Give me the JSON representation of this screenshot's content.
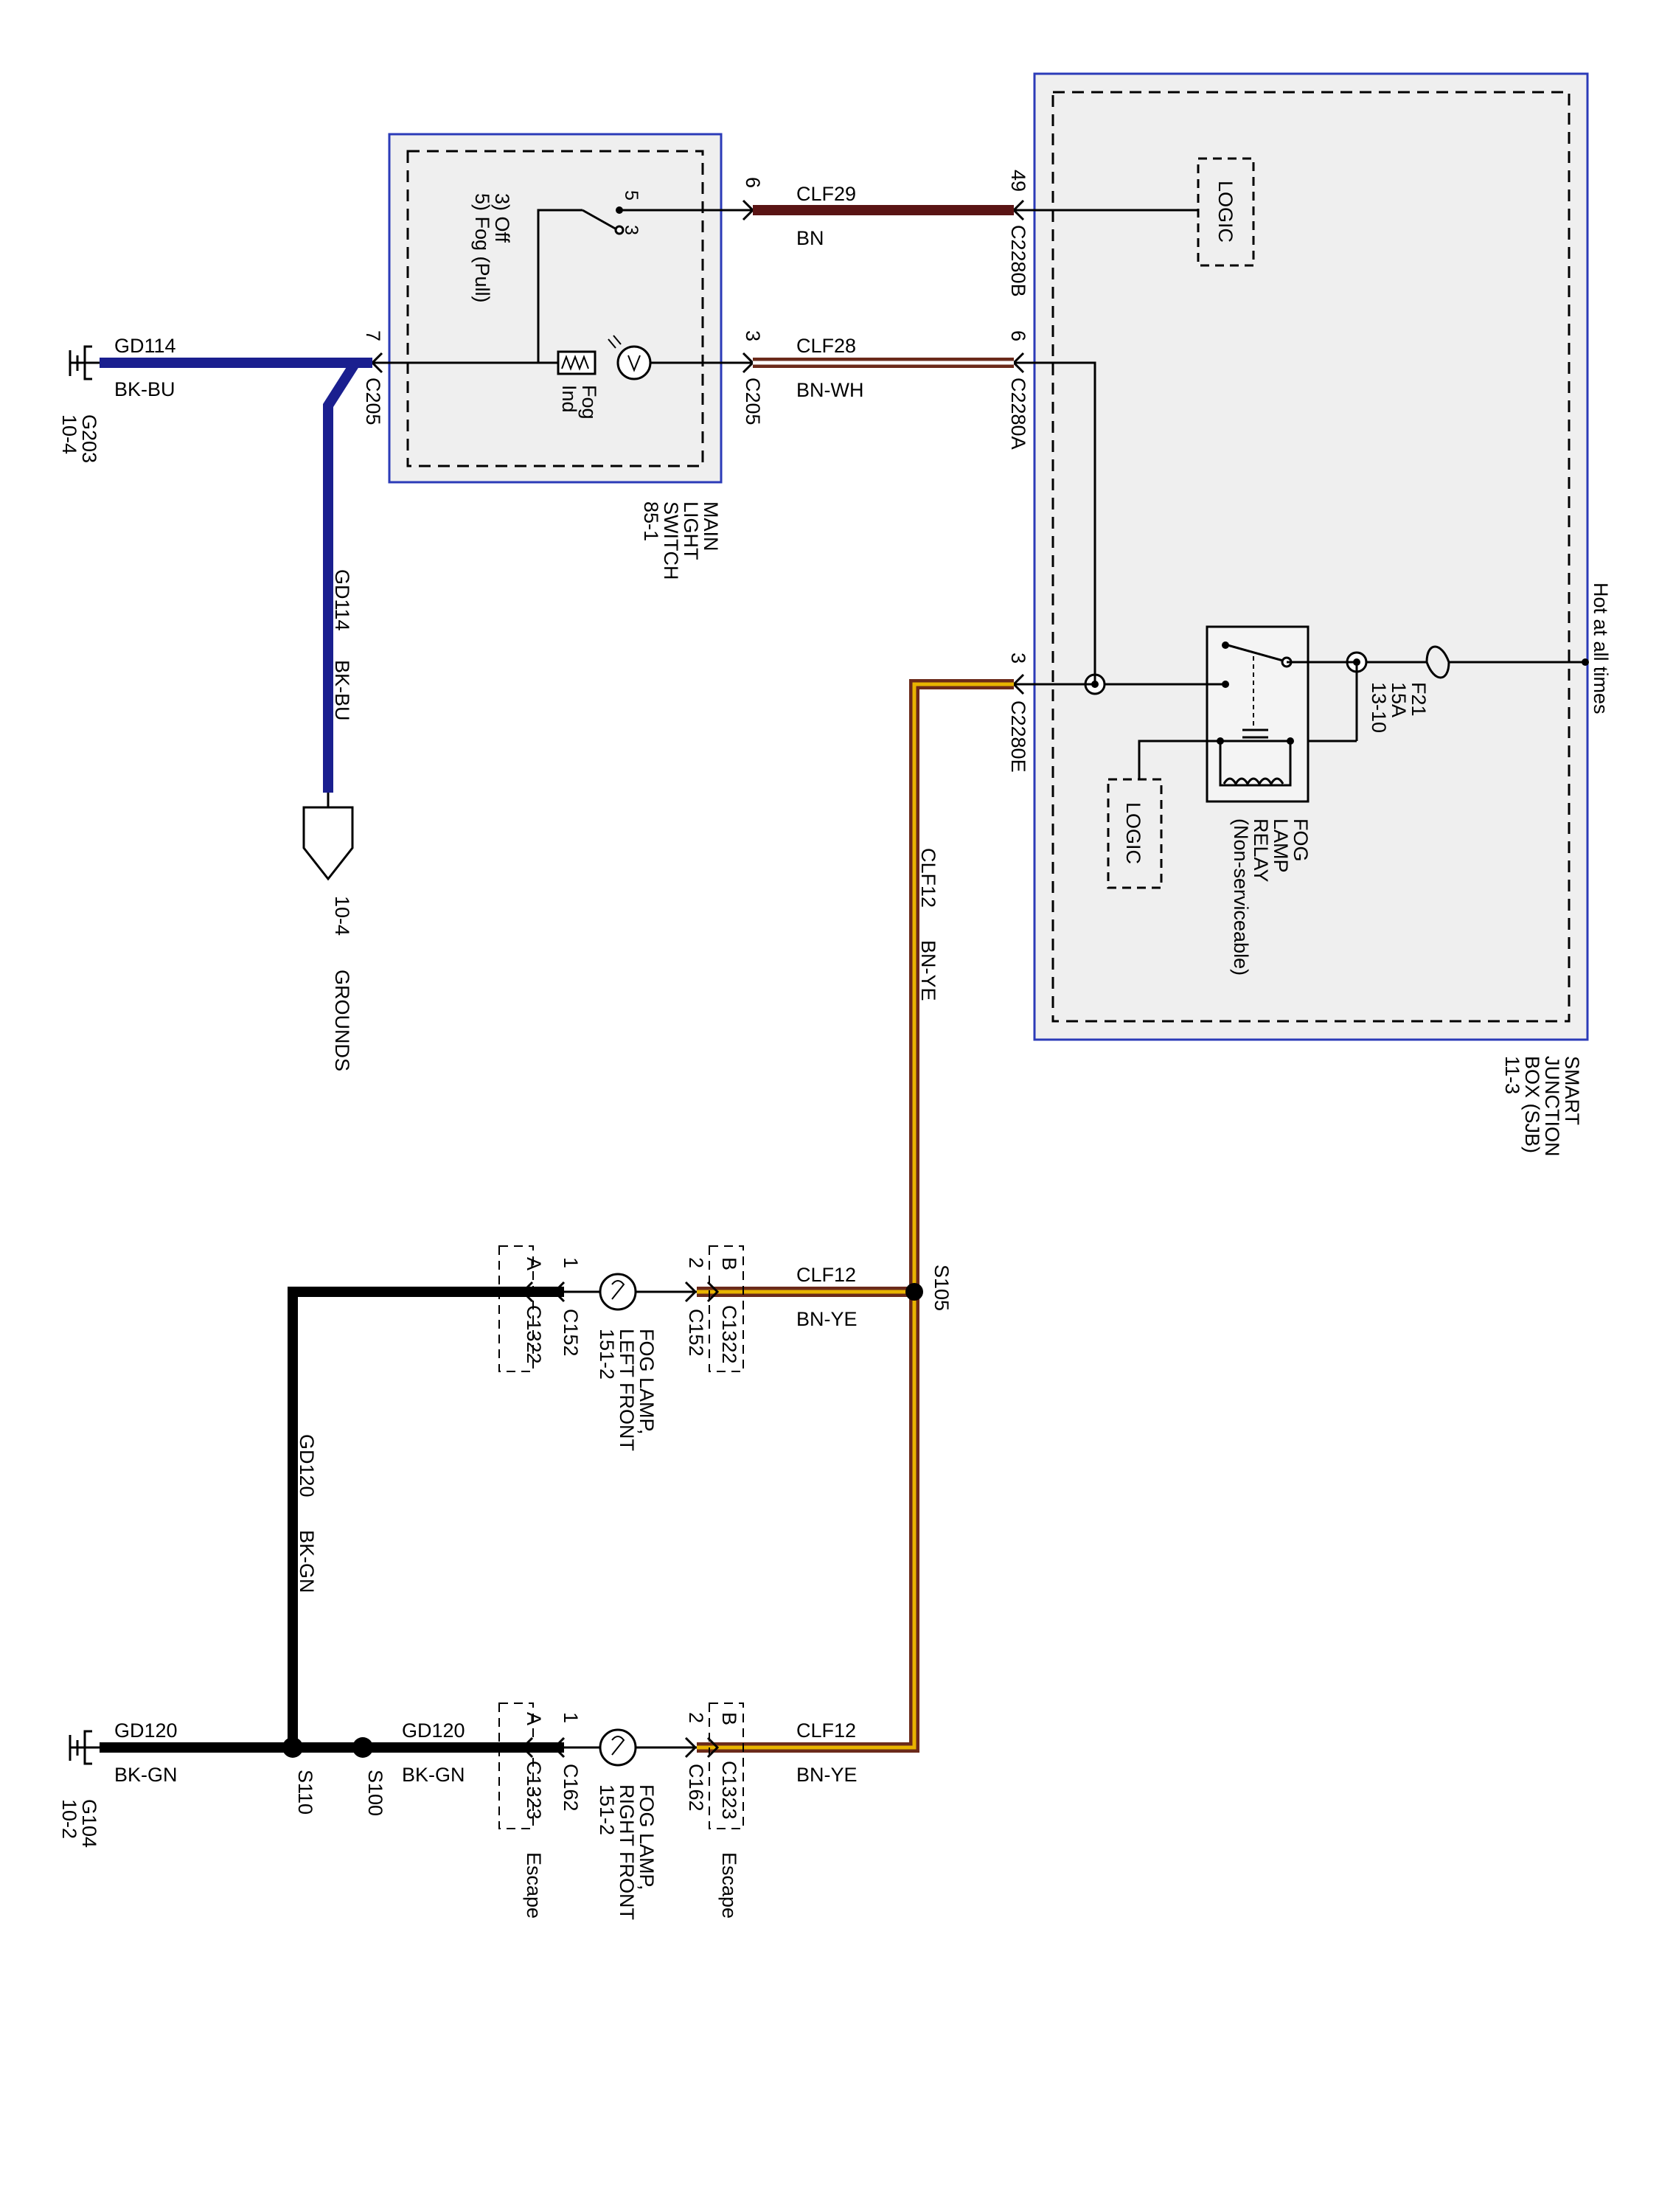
{
  "colors": {
    "bk_bu": "#1a1f8f",
    "bn": "#5a1414",
    "bn_wh_outer": "#6b2a1a",
    "bn_wh_inner": "#ffffff",
    "bn_ye_outer": "#6b2a1a",
    "bn_ye_inner": "#e8b400",
    "bk": "#000000",
    "box_border": "#2b3bb8",
    "box_fill": "#efefef"
  },
  "main_switch": {
    "name": [
      "MAIN",
      "LIGHT",
      "SWITCH",
      "85-1"
    ],
    "positions": [
      "3) Off",
      "5) Fog (Pull)"
    ],
    "pin_5": "5",
    "pin_3_switch": "3",
    "indicator": [
      "Fog",
      "Ind"
    ],
    "pin_6": "6",
    "pin_3": "3",
    "pin_7": "7",
    "connector_left": "C205",
    "connector_right": "C205"
  },
  "sjb": {
    "name": [
      "SMART",
      "JUNCTION",
      "BOX (SJB)",
      "11-3"
    ],
    "hot_label": "Hot at all times",
    "logic_top": "LOGIC",
    "logic_bottom": "LOGIC",
    "fuse": [
      "F21",
      "15A",
      "13-10"
    ],
    "relay": [
      "FOG",
      "LAMP",
      "RELAY",
      "(Non-serviceable)"
    ],
    "pin_49": "49",
    "conn_b": "C2280B",
    "pin_6": "6",
    "conn_a": "C2280A",
    "pin_3": "3",
    "conn_e": "C2280E"
  },
  "wires": {
    "clf29": "CLF29",
    "bn": "BN",
    "clf28": "CLF28",
    "bn_wh": "BN-WH",
    "clf12_vertical": "CLF12",
    "bn_ye_vertical": "BN-YE",
    "clf12_left": "CLF12",
    "bn_ye_left": "BN-YE",
    "clf12_right": "CLF12",
    "bn_ye_right": "BN-YE",
    "gd114_top": "GD114",
    "bk_bu_top": "BK-BU",
    "gd114_vertical": "GD114",
    "bk_bu_vertical": "BK-BU",
    "gd120_vertical": "GD120",
    "bk_gn_vertical": "BK-GN",
    "gd120_bottom": "GD120",
    "bk_gn_bottom": "BK-GN",
    "gd120_mid": "GD120",
    "bk_gn_mid": "BK-GN"
  },
  "grounds": {
    "g203": [
      "G203",
      "10-4"
    ],
    "g104": [
      "G104",
      "10-2"
    ],
    "ref": [
      "10-4",
      "GROUNDS"
    ]
  },
  "splices": {
    "s105": "S105",
    "s110": "S110",
    "s100": "S100"
  },
  "fog_left": {
    "name": [
      "FOG LAMP,",
      "LEFT FRONT",
      "151-2"
    ],
    "pin_2": "2",
    "conn_2": "C152",
    "pin_b": "B",
    "conn_b": "C1322",
    "pin_1": "1",
    "conn_1": "C152",
    "pin_a": "A",
    "conn_a": "C1322"
  },
  "fog_right": {
    "name": [
      "FOG LAMP,",
      "RIGHT FRONT",
      "151-2"
    ],
    "pin_2": "2",
    "conn_2": "C162",
    "pin_b": "B",
    "conn_b": "C1323",
    "pin_1": "1",
    "conn_1": "C162",
    "pin_a": "A",
    "conn_a": "C1323",
    "escape_right": "Escape",
    "escape_left": "Escape"
  }
}
